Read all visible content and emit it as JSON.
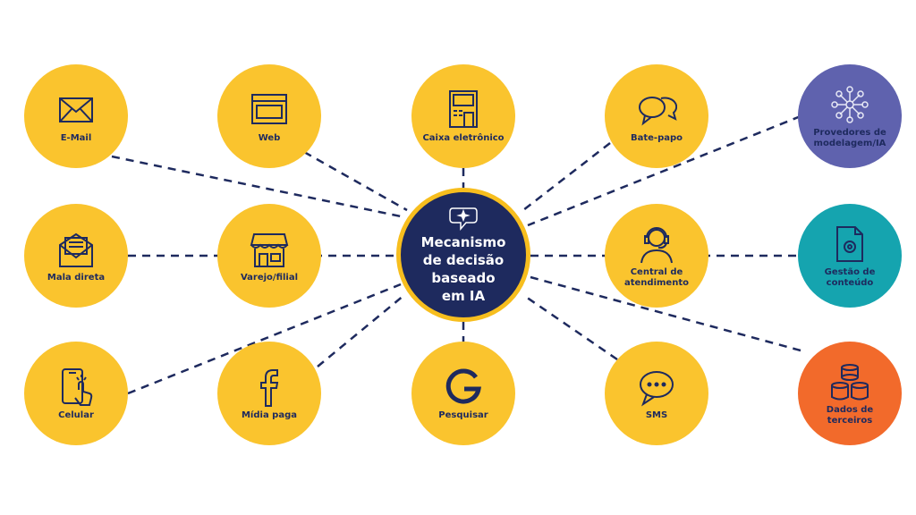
{
  "center": {
    "label": "Mecanismo\nde decisão\nbaseado\nem IA",
    "icon": "ai-brain-icon"
  },
  "nodes": {
    "email": {
      "label": "E-Mail",
      "icon": "envelope-icon"
    },
    "web": {
      "label": "Web",
      "icon": "browser-icon"
    },
    "atm": {
      "label": "Caixa eletrônico",
      "icon": "atm-icon"
    },
    "chat": {
      "label": "Bate-papo",
      "icon": "chat-bubbles-icon"
    },
    "ai_providers": {
      "label": "Provedores de modelagem/IA",
      "icon": "network-icon"
    },
    "direct_mail": {
      "label": "Mala direta",
      "icon": "mail-letter-icon"
    },
    "retail": {
      "label": "Varejo/filial",
      "icon": "store-icon"
    },
    "call_center": {
      "label": "Central de atendimento",
      "icon": "headset-agent-icon"
    },
    "content": {
      "label": "Gestão de conteúdo",
      "icon": "document-gear-icon"
    },
    "mobile": {
      "label": "Celular",
      "icon": "phone-tap-icon"
    },
    "paid_media": {
      "label": "Mídia paga",
      "icon": "facebook-icon"
    },
    "search": {
      "label": "Pesquisar",
      "icon": "google-icon"
    },
    "sms": {
      "label": "SMS",
      "icon": "sms-bubble-icon"
    },
    "third_party": {
      "label": "Dados de terceiros",
      "icon": "database-icon"
    }
  },
  "colors": {
    "yellow": "#FAC42E",
    "navy": "#1E2A5E",
    "purple": "#5F62AE",
    "teal": "#15A4AF",
    "orange": "#F26A2B"
  }
}
